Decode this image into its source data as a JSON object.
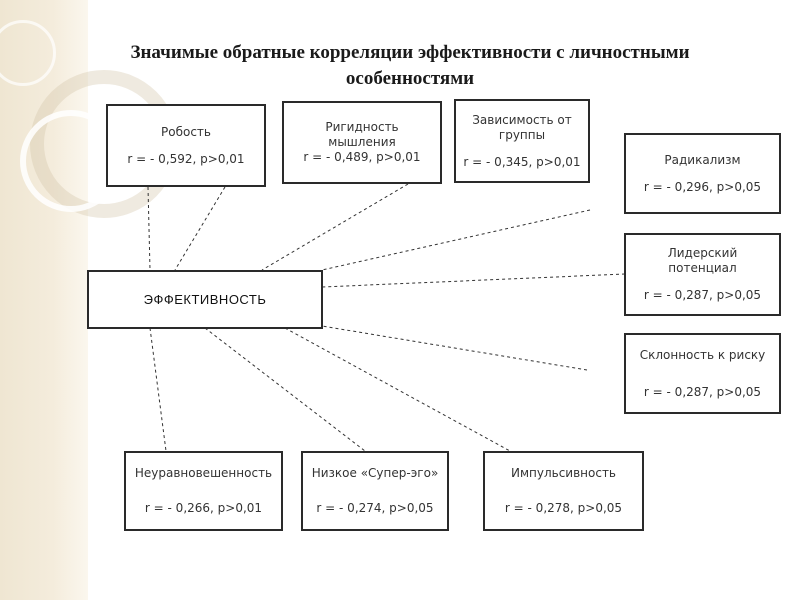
{
  "title": {
    "line1": "Значимые обратные корреляции  эффективности с личностными",
    "line2": "особенностями"
  },
  "center": {
    "label": "ЭФФЕКТИВНОСТЬ"
  },
  "traits": [
    {
      "name": "Робость",
      "stat": "r = - 0,592, p>0,01"
    },
    {
      "name": "Ригидность мышления",
      "stat": "r = - 0,489, p>0,01"
    },
    {
      "name": "Зависимость от группы",
      "stat": "r = - 0,345, p>0,01"
    },
    {
      "name": "Радикализм",
      "stat": "r = - 0,296, p>0,05"
    },
    {
      "name": "Лидерский потенциал",
      "stat": "r = - 0,287, p>0,05"
    },
    {
      "name": "Склонность к риску",
      "stat": "r = - 0,287, p>0,05"
    },
    {
      "name": "Неуравновешенность",
      "stat": "r = - 0,266, p>0,01"
    },
    {
      "name": "Низкое «Супер-эго»",
      "stat": "r = - 0,274, p>0,05"
    },
    {
      "name": "Импульсивность",
      "stat": "r = - 0,278, p>0,05"
    }
  ],
  "colors": {
    "border": "#2a2a2a",
    "line": "#333333",
    "background_band": "#efe6d2"
  }
}
